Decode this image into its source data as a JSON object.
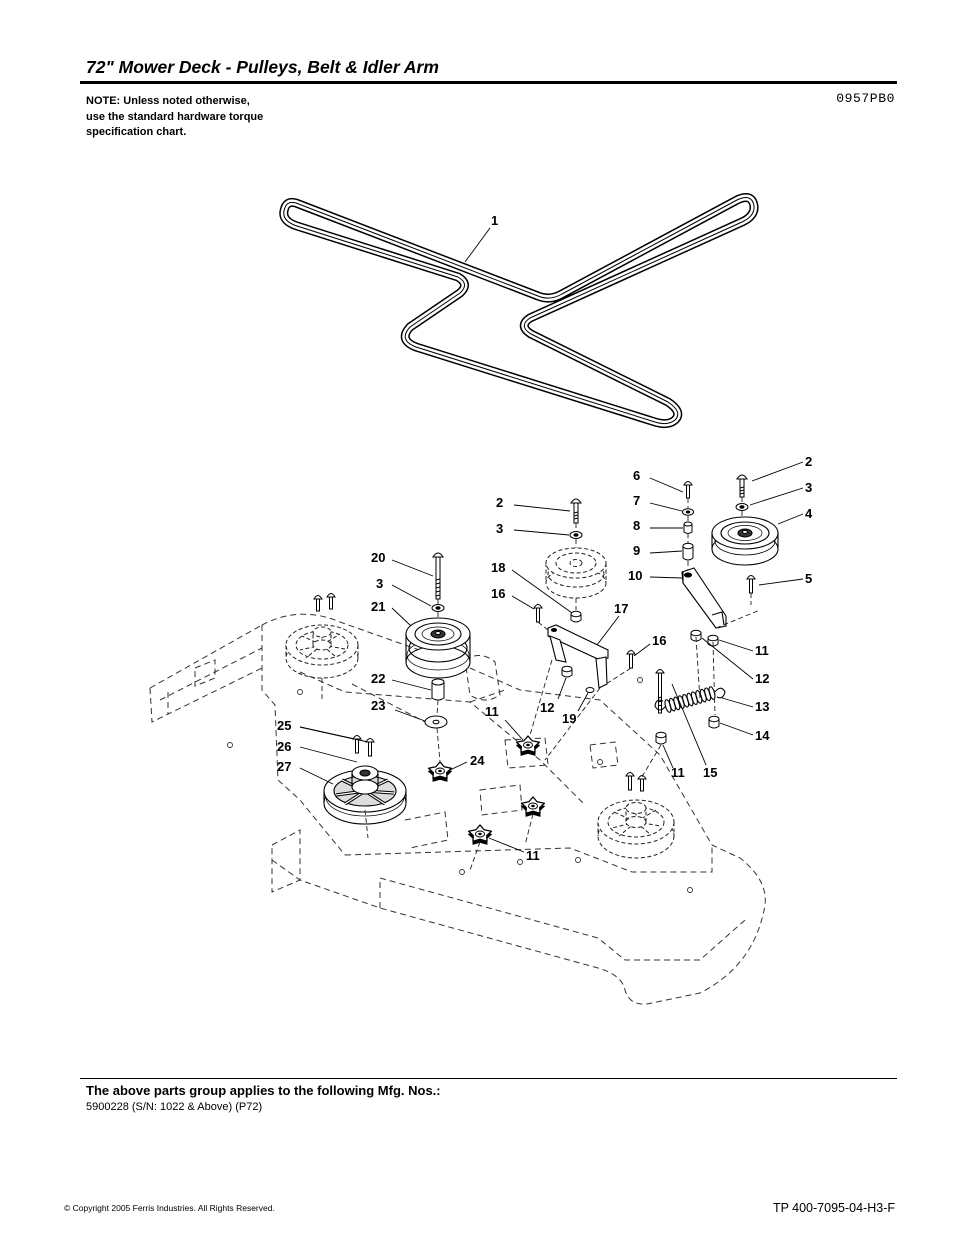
{
  "header": {
    "title": "72\" Mower Deck - Pulleys, Belt & Idler Arm",
    "drawing_code": "0957PB0"
  },
  "note": {
    "lines": [
      "NOTE: Unless noted otherwise,",
      "use the standard hardware torque",
      "specification chart."
    ]
  },
  "diagram": {
    "callouts": [
      "1",
      "2",
      "3",
      "4",
      "5",
      "6",
      "7",
      "8",
      "9",
      "10",
      "2",
      "3",
      "18",
      "16",
      "17",
      "16",
      "11",
      "12",
      "13",
      "14",
      "11",
      "15",
      "20",
      "3",
      "21",
      "22",
      "23",
      "11",
      "12",
      "19",
      "25",
      "26",
      "27",
      "24",
      "11"
    ]
  },
  "applicability": {
    "heading": "The above parts group applies to the following Mfg. Nos.:",
    "models": [
      "5900228 (S/N: 1022 & Above) (P72)"
    ]
  },
  "footer": {
    "copyright": "© Copyright 2005 Ferris Industries. All Rights Reserved.",
    "doc_number": "TP 400-7095-04-H3-F"
  }
}
